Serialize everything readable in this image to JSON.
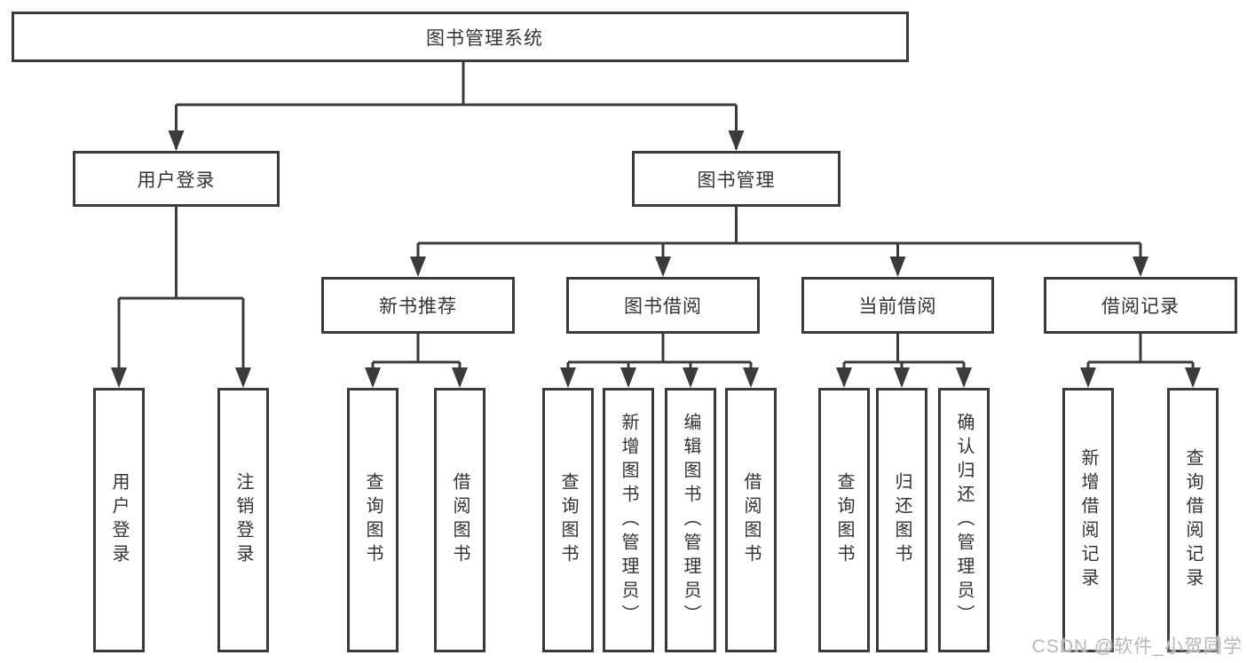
{
  "tree": {
    "root": {
      "label": "图书管理系统"
    },
    "children": [
      {
        "label": "用户登录",
        "children": [
          {
            "label": "用户登录"
          },
          {
            "label": "注销登录"
          }
        ]
      },
      {
        "label": "图书管理",
        "children": [
          {
            "label": "新书推荐",
            "children": [
              {
                "label": "查询图书"
              },
              {
                "label": "借阅图书"
              }
            ]
          },
          {
            "label": "图书借阅",
            "children": [
              {
                "label": "查询图书"
              },
              {
                "label": "新增图书（管理员）"
              },
              {
                "label": "编辑图书（管理员）"
              },
              {
                "label": "借阅图书"
              }
            ]
          },
          {
            "label": "当前借阅",
            "children": [
              {
                "label": "查询图书"
              },
              {
                "label": "归还图书"
              },
              {
                "label": "确认归还（管理员）"
              }
            ]
          },
          {
            "label": "借阅记录",
            "children": [
              {
                "label": "新增借阅记录"
              },
              {
                "label": "查询借阅记录"
              }
            ]
          }
        ]
      }
    ]
  },
  "watermark": "CSDN @软件_小贺同学",
  "colors": {
    "line": "#3b3b3b",
    "text": "#333333",
    "background": "#ffffff",
    "watermark": "#b4b8bc"
  }
}
